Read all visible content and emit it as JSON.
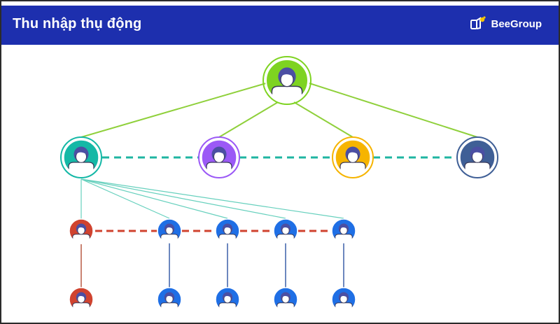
{
  "header": {
    "title": "Thu nhập thụ động",
    "brand_name": "BeeGroup",
    "brand_icon": "bee-logo-icon"
  },
  "colors": {
    "header_bg": "#1d2fae",
    "root": "#7ed321",
    "level1": [
      "#14b8a6",
      "#9b59f6",
      "#f6b400",
      "#3f5f96"
    ],
    "level2_first": "#d0432f",
    "level2_other": "#1f6fe5",
    "line_root": "#8fd03b",
    "dash_level1": "#1fb5a1",
    "dash_level2": "#d0432f",
    "fan_lines": "#66d0bd"
  },
  "nodes": {
    "root": "person-node-root",
    "level1": [
      "person-node-teal",
      "person-node-purple",
      "person-node-yellow",
      "person-node-slate"
    ],
    "level2_count": 5,
    "level3_count": 5
  }
}
